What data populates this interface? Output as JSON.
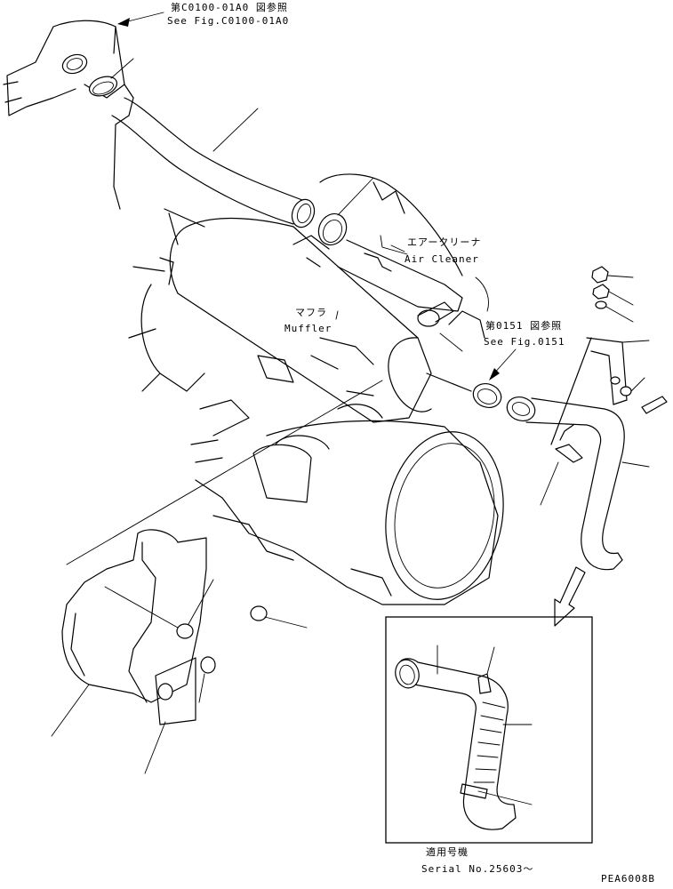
{
  "callouts": {
    "top_ref_jp": "第C0100-01A0 図参照",
    "top_ref_en": "See Fig.C0100-01A0",
    "air_cleaner_jp": "エアークリーナ",
    "air_cleaner_en": "Air Cleaner",
    "muffler_jp": "マフラ",
    "muffler_en": "Muffler",
    "fig0151_jp": "第0151 図参照",
    "fig0151_en": "See Fig.0151"
  },
  "inset": {
    "serial_jp": "適用号機",
    "serial_en": "Serial No.25603～"
  },
  "drawing_code": "PEA6008B"
}
